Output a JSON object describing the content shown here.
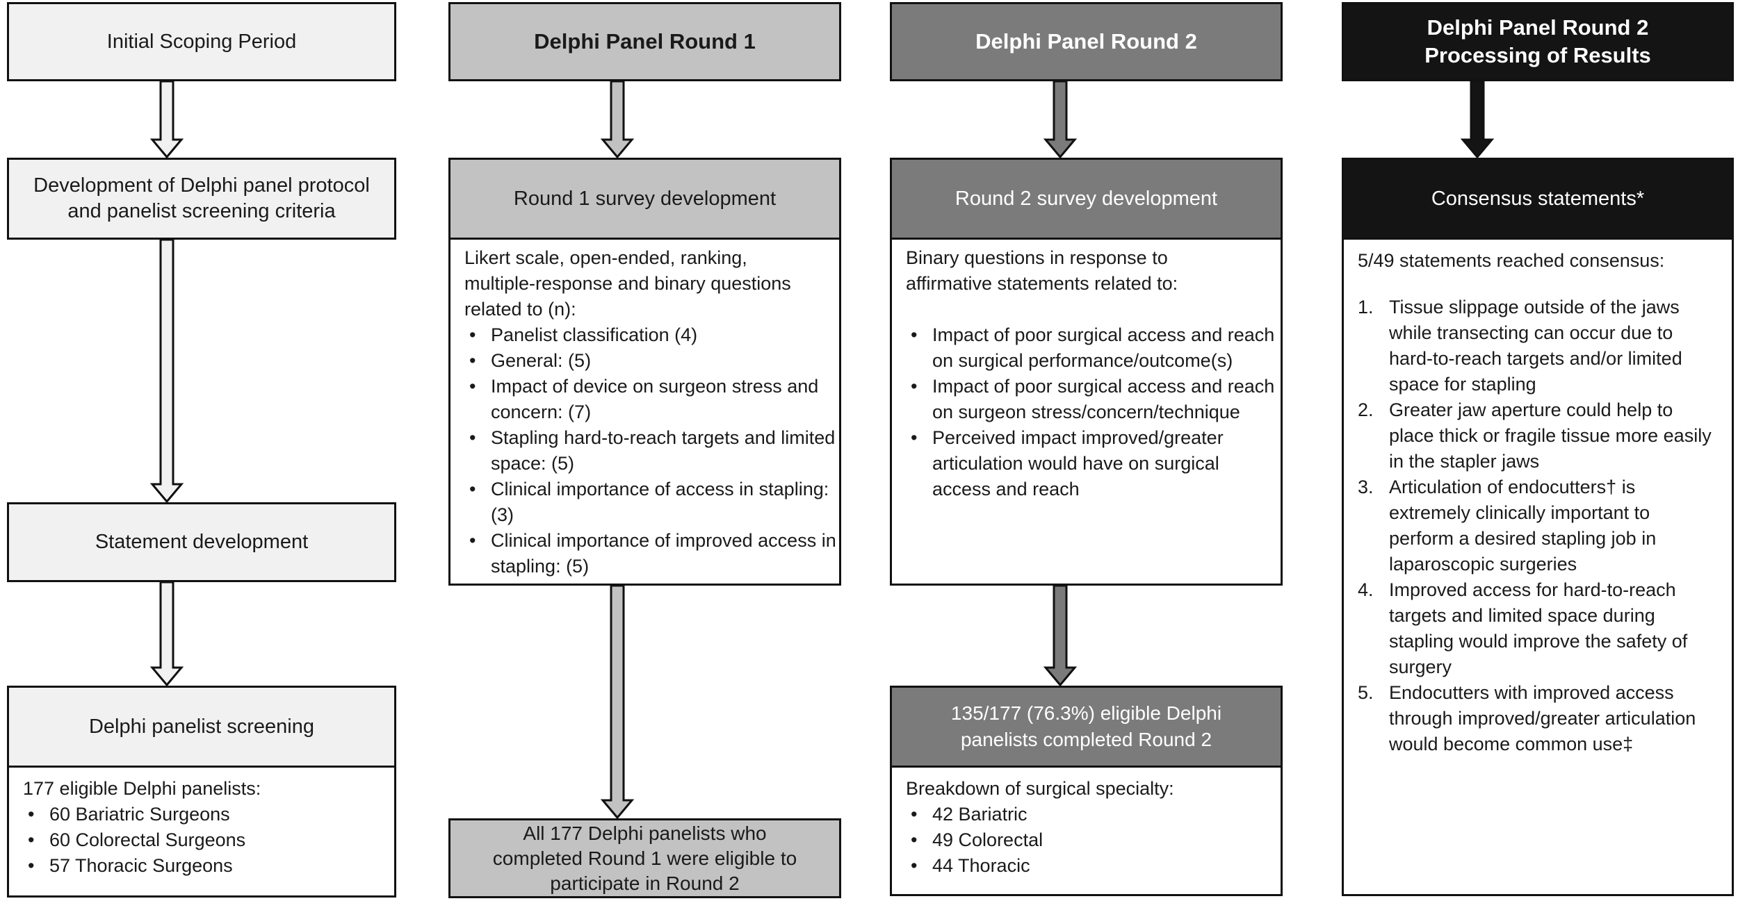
{
  "colors": {
    "stage1_fill": "#f1f1f1",
    "stage2_fill": "#c2c2c2",
    "stage3_fill": "#7b7b7b",
    "stage4_fill": "#141414",
    "border": "#111111",
    "body_bg": "#ffffff",
    "text_dark": "#1a1a1a",
    "text_light": "#ffffff"
  },
  "columns": [
    {
      "id": "initial-scoping",
      "title": "Initial Scoping Period",
      "protocol_box": {
        "line1": "Development of Delphi panel protocol",
        "line2": "and panelist screening criteria"
      },
      "statement_box": "Statement development",
      "screening_box": {
        "header": "Delphi panelist screening",
        "intro": "177 eligible Delphi panelists:",
        "bullets": [
          "60 Bariatric Surgeons",
          "60 Colorectal Surgeons",
          "57 Thoracic Surgeons"
        ]
      }
    },
    {
      "id": "round1",
      "title": "Delphi Panel Round 1",
      "survey_box": {
        "header": "Round 1 survey development",
        "intro": "Likert scale, open-ended, ranking, multiple-response and binary questions related to (n):",
        "bullets": [
          "Panelist classification (4)",
          "General: (5)",
          "Impact of device on surgeon stress and concern: (7)",
          "Stapling hard-to-reach targets and limited space: (5)",
          "Clinical importance of access in stapling: (3)",
          "Clinical importance of improved access in stapling: (5)"
        ]
      },
      "eligibility_box": {
        "line1": "All 177 Delphi panelists who",
        "line2": "completed Round 1 were eligible to",
        "line3": "participate in Round 2"
      }
    },
    {
      "id": "round2",
      "title": "Delphi Panel Round 2",
      "survey_box": {
        "header": "Round 2 survey development",
        "intro": "Binary questions in response to affirmative statements related to:",
        "bullets": [
          "Impact of poor surgical access and reach on surgical performance/outcome(s)",
          "Impact of poor surgical access and reach on surgeon stress/concern/technique",
          "Perceived impact improved/greater articulation would have on surgical access and reach"
        ]
      },
      "completion_box": {
        "header_line1": "135/177 (76.3%) eligible Delphi",
        "header_line2": "panelists completed Round 2",
        "intro": "Breakdown of surgical specialty:",
        "bullets": [
          "42 Bariatric",
          "49 Colorectal",
          "44 Thoracic"
        ]
      }
    },
    {
      "id": "round2-processing",
      "title_line1": "Delphi Panel Round 2",
      "title_line2": "Processing of Results",
      "consensus_box": {
        "header": "Consensus statements*",
        "intro": "5/49 statements reached consensus:",
        "statements": [
          "Tissue slippage outside of the jaws while transecting can occur due to hard-to-reach targets and/or limited space for stapling",
          "Greater jaw aperture could help to place thick or fragile tissue more easily in the stapler jaws",
          "Articulation of endocutters† is extremely clinically important to perform a desired stapling job in laparoscopic surgeries",
          "Improved access for hard-to-reach targets and limited space during stapling would improve the safety of surgery",
          "Endocutters with improved access through improved/greater articulation would become common use‡"
        ]
      }
    }
  ]
}
